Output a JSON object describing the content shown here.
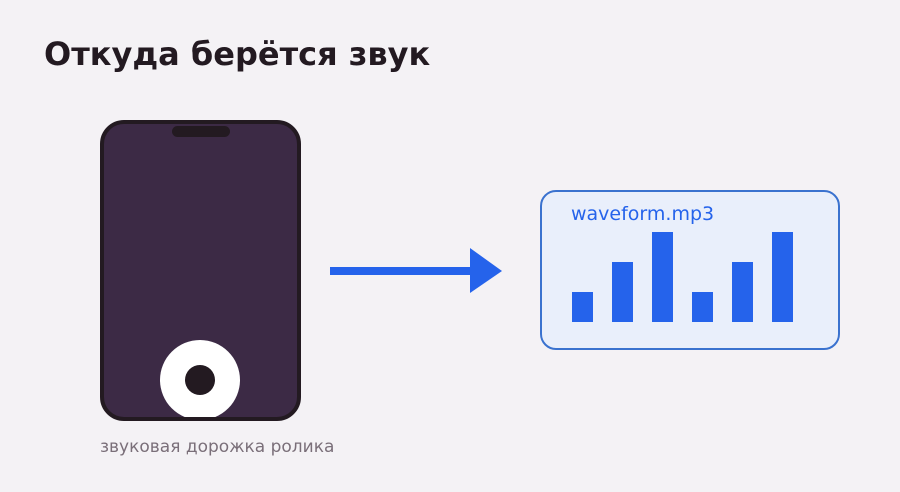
{
  "title": "Откуда берётся звук",
  "source": {
    "icon": "phone-recording-icon",
    "caption": "звуковая дорожка ролика"
  },
  "arrow": {
    "icon": "arrow-right-icon",
    "color": "#2563eb"
  },
  "file": {
    "name": "waveform.mp3",
    "icon": "waveform-icon",
    "bar_levels": [
      0.33,
      0.67,
      1.0,
      0.33,
      0.67,
      1.0
    ]
  },
  "colors": {
    "background": "#f4f2f5",
    "phone_body": "#3c2a45",
    "phone_outline": "#231a21",
    "accent_blue": "#2563eb",
    "card_fill": "#e9effb",
    "card_border": "#3a72cf",
    "caption": "#7a6f79"
  }
}
